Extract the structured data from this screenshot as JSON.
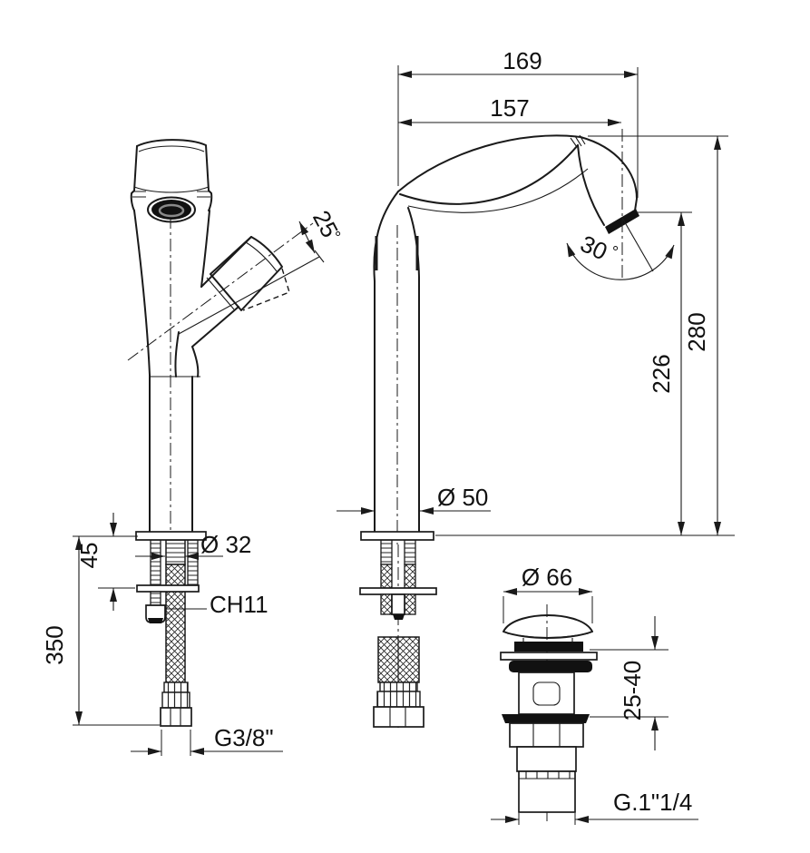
{
  "drawing": {
    "description": "Technical dimensional drawing of a tall single-lever basin mixer tap with front view, side view and pop-up waste drain",
    "colors": {
      "background": "#ffffff",
      "line": "#1a1a1a",
      "text": "#111111"
    },
    "views": {
      "front_view": "faucet front view with angled handle",
      "side_view": "faucet side view with curved spout",
      "drain_view": "pop-up waste drain assembly"
    },
    "dimensions": {
      "spout_reach_outer": "169",
      "spout_reach": "157",
      "spout_angle_value": "30",
      "spout_angle_unit": "°",
      "height_total": "280",
      "height_to_aerator": "226",
      "body_diameter": "Ø 50",
      "handle_angle_value": "25",
      "handle_angle_unit": "°",
      "shank_diameter": "Ø 32",
      "deck_clamp_height": "45",
      "hose_drop_length": "350",
      "wrench_size": "CH11",
      "hose_thread": "G3/8\"",
      "drain_cap_diameter": "Ø 66",
      "drain_clamp_range": "25-40",
      "drain_thread": "G.1\"1/4"
    }
  }
}
